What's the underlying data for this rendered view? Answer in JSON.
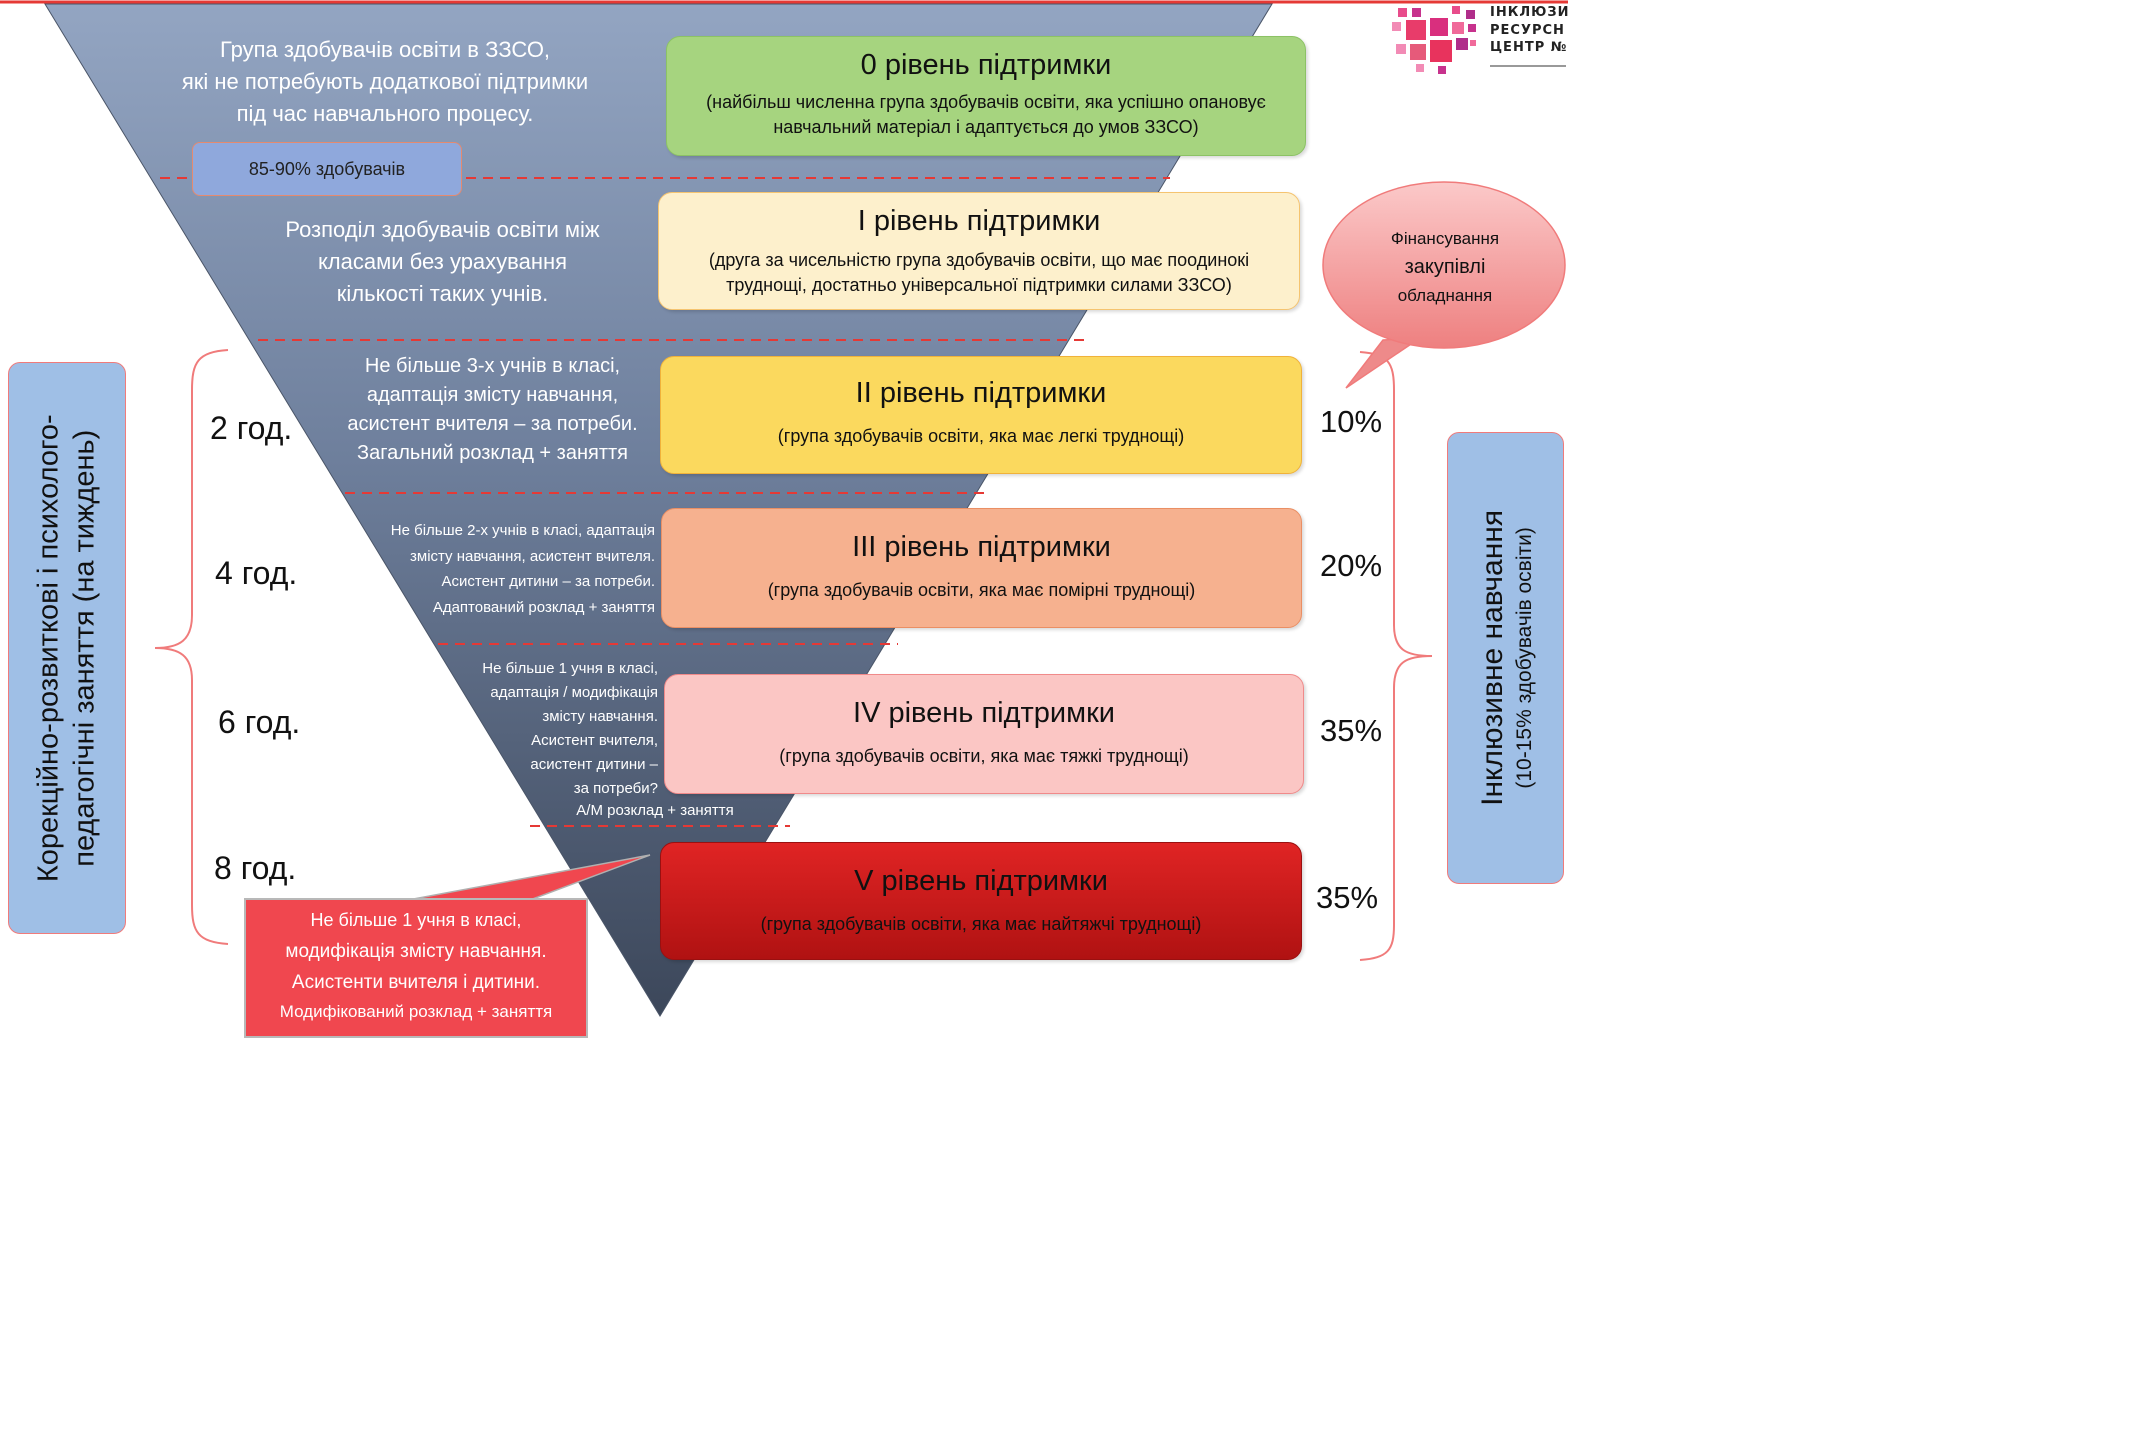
{
  "colors": {
    "triangle_top": "#8fa1bf",
    "triangle_bottom": "#3e4a5e",
    "dash_line": "#e53935",
    "level0": "#a4d47f",
    "level1": "#fdefc8",
    "level2": "#fbd85e",
    "level3": "#f6b08d",
    "level4": "#fbc6c4",
    "level5": "#d81f1f",
    "side_panel": "#9cbce3",
    "callout_red": "#f0474f"
  },
  "triangle": {
    "text0": [
      "Група здобувачів освіти в ЗЗСО,",
      "які не потребують додаткової підтримки",
      "під час навчального процесу."
    ],
    "badge": "85-90% здобувачів",
    "text1": [
      "Розподіл здобувачів освіти між",
      "класами без урахування",
      "кількості таких учнів."
    ],
    "text2": [
      "Не більше 3-х учнів в класі,",
      "адаптація змісту навчання,",
      "асистент вчителя – за потреби.",
      "Загальний розклад + заняття"
    ],
    "text3": [
      "Не більше 2-х учнів в класі, адаптація",
      "змісту навчання, асистент вчителя.",
      "Асистент дитини – за потреби.",
      "Адаптований розклад + заняття"
    ],
    "text4": [
      "Не більше 1 учня в класі,",
      "адаптація / модифікація",
      "змісту навчання.",
      "Асистент вчителя,",
      "асистент дитини –",
      "за потреби?",
      "А/М розклад + заняття"
    ]
  },
  "callout_v": [
    "Не більше 1 учня в класі,",
    "модифікація змісту навчання.",
    "Асистенти вчителя і дитини.",
    "Модифікований розклад + заняття"
  ],
  "levels": [
    {
      "title": "0 рівень підтримки",
      "desc": "(найбільш численна група здобувачів освіти, яка успішно опановує навчальний матеріал і адаптується до умов ЗЗСО)"
    },
    {
      "title": "I рівень підтримки",
      "desc": "(друга за чисельністю група здобувачів освіти, що має поодинокі труднощі, достатньо універсальної підтримки силами ЗЗСО)"
    },
    {
      "title": "II рівень підтримки",
      "desc": "(група здобувачів освіти, яка має легкі труднощі)"
    },
    {
      "title": "III рівень підтримки",
      "desc": "(група здобувачів освіти, яка має помірні труднощі)"
    },
    {
      "title": "IV рівень підтримки",
      "desc": "(група здобувачів освіти, яка має тяжкі труднощі)"
    },
    {
      "title": "V рівень підтримки",
      "desc": "(група здобувачів освіти, яка має найтяжчі труднощі)"
    }
  ],
  "hours": [
    "2 год.",
    "4 год.",
    "6 год.",
    "8 год."
  ],
  "percents": [
    "10%",
    "20%",
    "35%",
    "35%"
  ],
  "left_panel": [
    "Корекційно-розвиткові і психолого-",
    "педагогічні заняття (на тиждень)"
  ],
  "right_panel": {
    "title": "Інклюзивне навчання",
    "subtitle": "(10-15% здобувачів освіти)"
  },
  "funding_bubble": [
    "Фінансування",
    "закупівлі",
    "обладнання"
  ],
  "logo": {
    "line1": "ІНКЛЮЗИ",
    "line2": "РЕСУРСН",
    "line3": "ЦЕНТР №"
  }
}
